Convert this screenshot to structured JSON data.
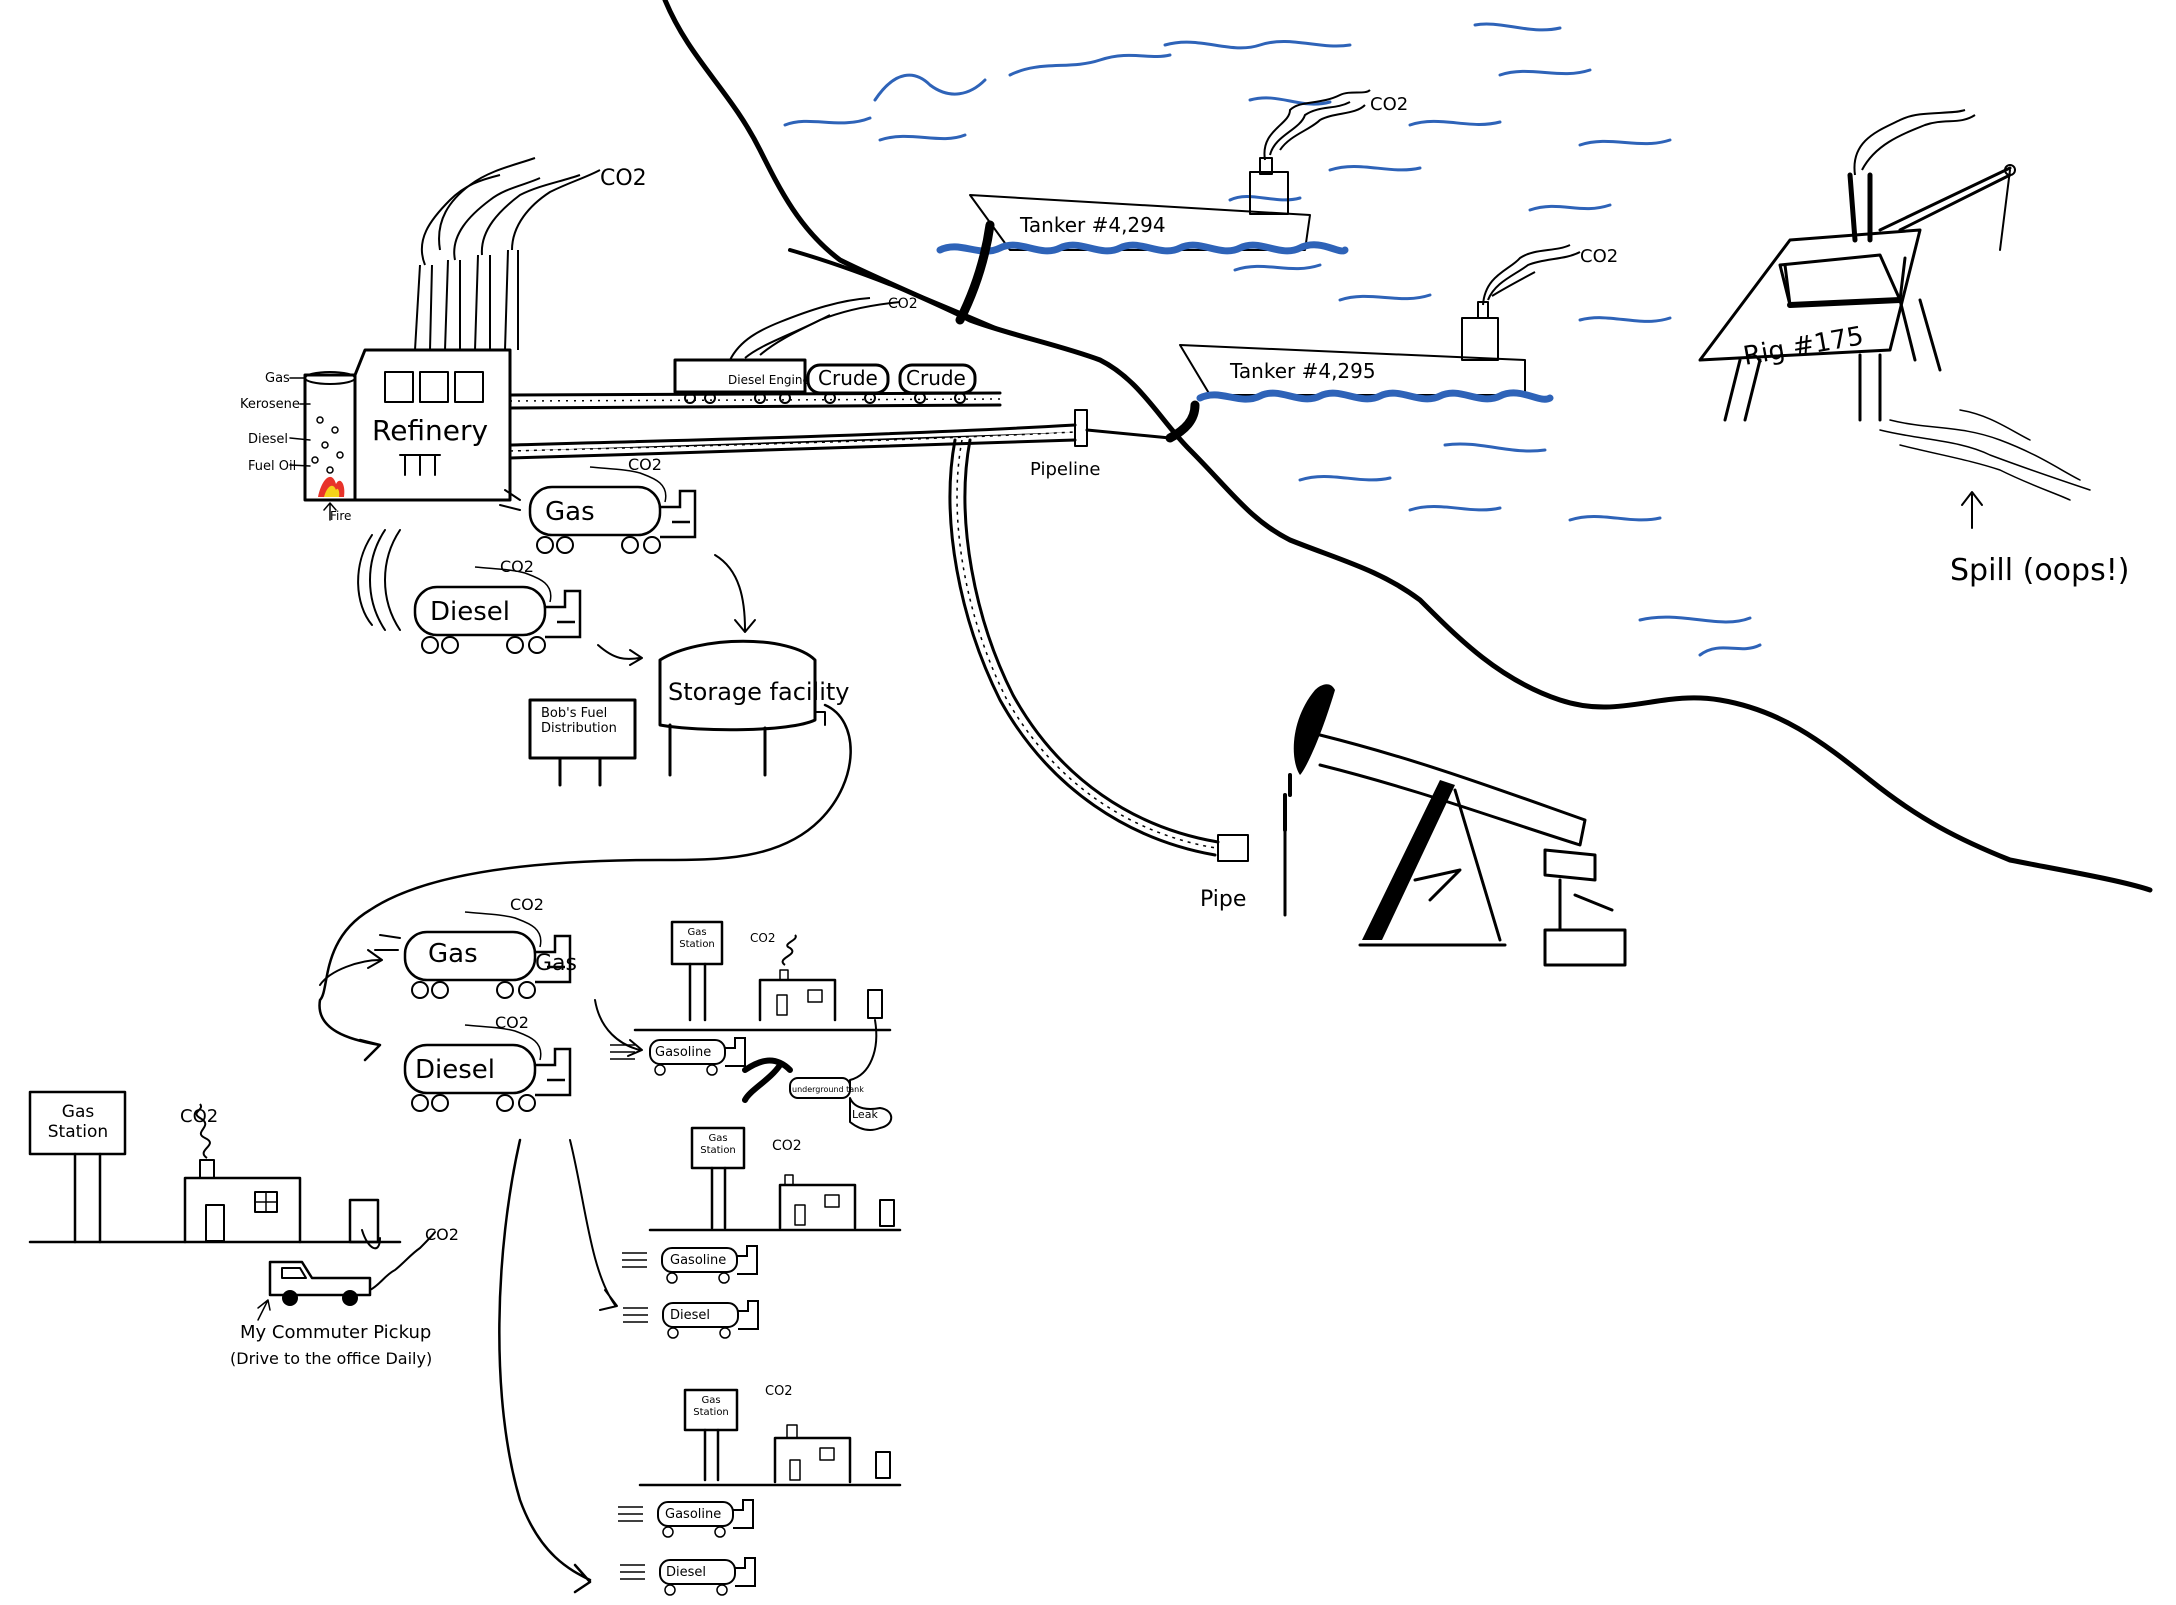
{
  "refinery": {
    "label": "Refinery",
    "co2": "CO2",
    "fire": "Fire",
    "fractions": [
      "Gas",
      "Kerosene",
      "Diesel",
      "Fuel Oil"
    ]
  },
  "train": {
    "engine": "Diesel Engine",
    "car1": "Crude",
    "car2": "Crude",
    "co2": "CO2"
  },
  "tankers": [
    {
      "name": "Tanker #4,294",
      "co2": "CO2"
    },
    {
      "name": "Tanker #4,295",
      "co2": "CO2"
    }
  ],
  "rig": {
    "name": "Rig #175",
    "spill": "Spill (oops!)"
  },
  "pipeline": {
    "label": "Pipeline",
    "pipe": "Pipe"
  },
  "trucks": {
    "gas_top": "Gas",
    "diesel_top": "Diesel",
    "co2": "CO2",
    "gas_mid": "Gas",
    "gas_mid_side": "Gas",
    "diesel_mid": "Diesel"
  },
  "storage": {
    "label": "Storage facility",
    "sign": "Bob's Fuel Distribution"
  },
  "stations": {
    "sign": "Gas Station",
    "co2": "CO2",
    "gasoline": "Gasoline",
    "diesel": "Diesel",
    "underground": "underground tank",
    "leak": "Leak"
  },
  "commuter": {
    "co2": "CO2",
    "label1": "My Commuter Pickup",
    "label2": "(Drive to the office Daily)"
  },
  "colors": {
    "water": "#2e63b8",
    "fire_outer": "#e8332a",
    "fire_inner": "#f5d21a"
  }
}
